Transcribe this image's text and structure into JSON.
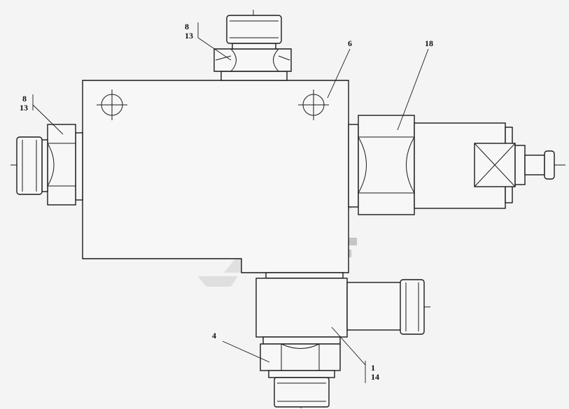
{
  "callouts": {
    "top_pair": {
      "top": "8",
      "bottom": "13"
    },
    "left_pair": {
      "top": "8",
      "bottom": "13"
    },
    "block": "6",
    "valve": "18",
    "lower_nut": "4",
    "bottom_pair": {
      "top": "1",
      "bottom": "14"
    }
  }
}
